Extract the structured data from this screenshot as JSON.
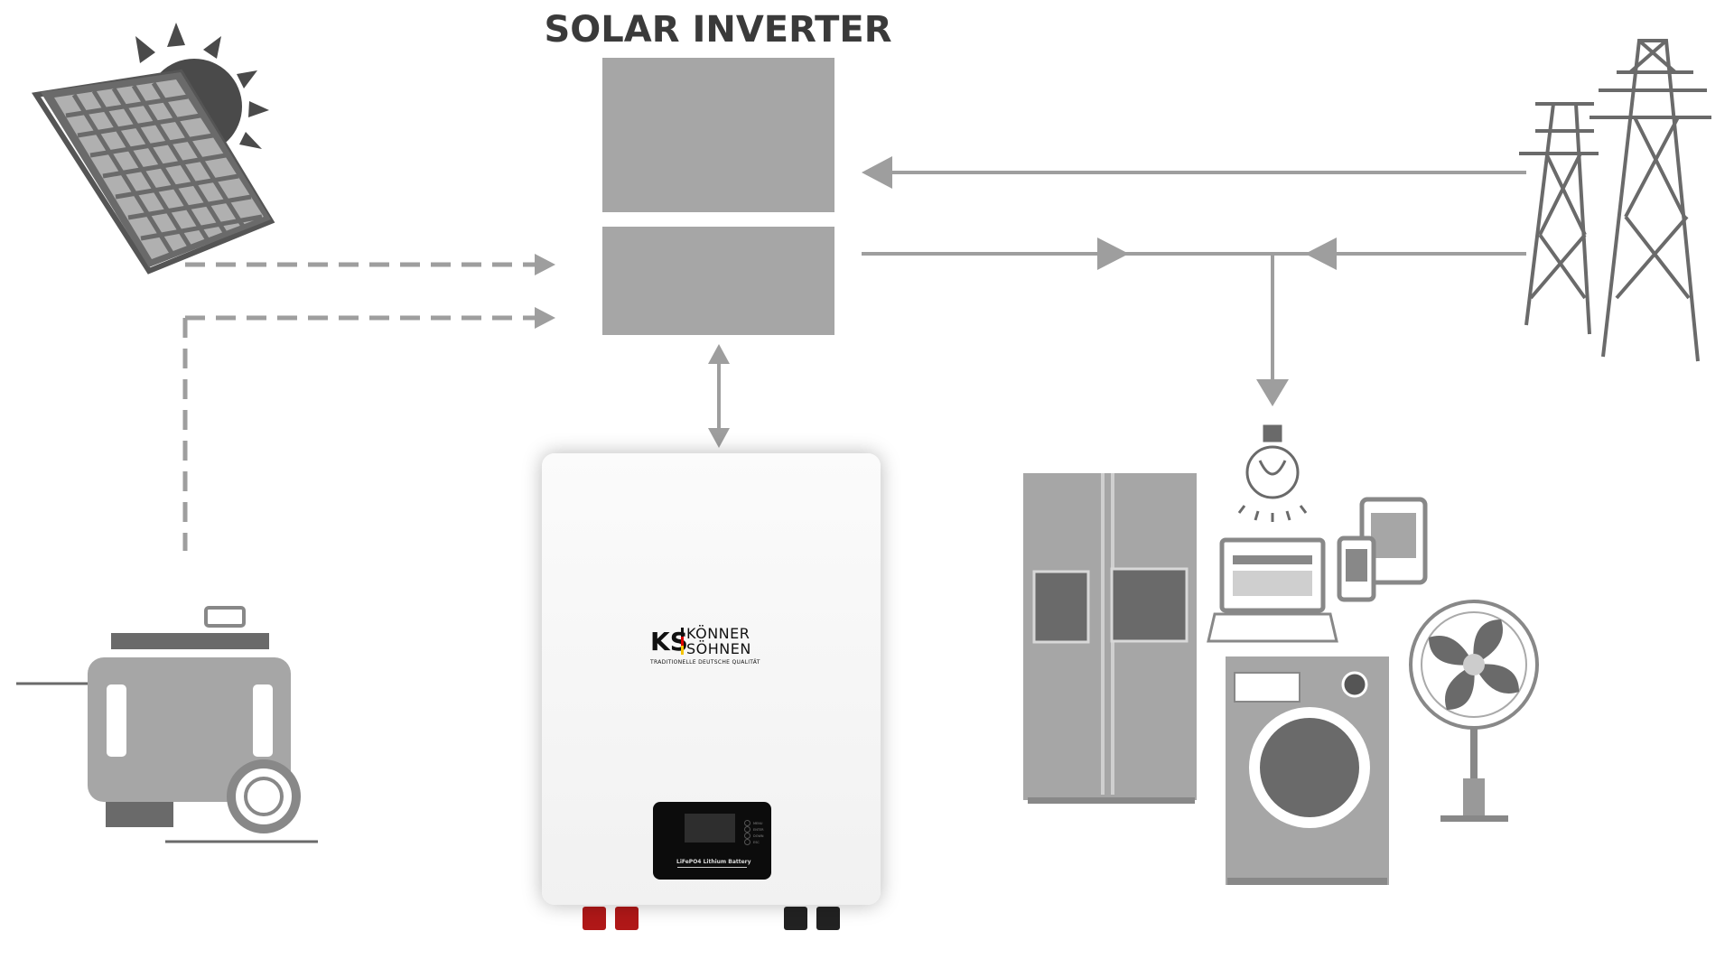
{
  "title": "SOLAR INVERTER",
  "battery": {
    "brand_line1": "KÖNNER",
    "brand_line2": "SÖHNEN",
    "brand_mark": "KS",
    "tagline": "TRADITIONELLE DEUTSCHE QUALITÄT",
    "panel_label": "LiFePO4 Lithium Battery",
    "buttons": [
      "MENU",
      "ENTER",
      "DOWN",
      "ESC"
    ]
  },
  "colors": {
    "component": "#a6a6a6",
    "line": "#9e9e9e",
    "dark": "#5a5a5a"
  }
}
